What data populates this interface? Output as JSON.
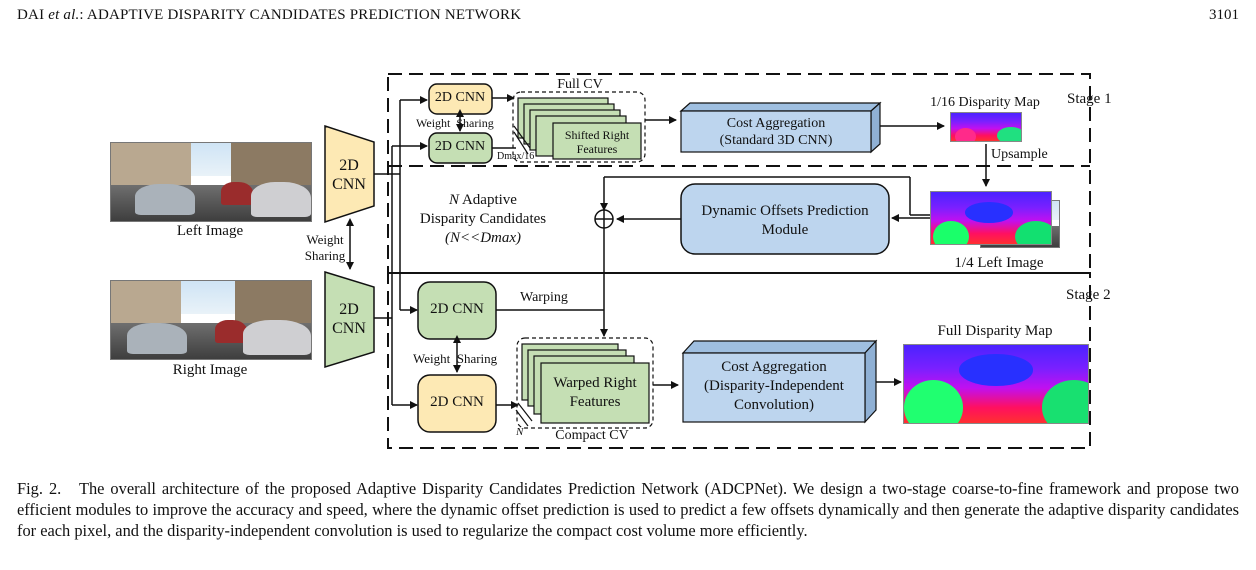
{
  "header": {
    "left_prefix": "DAI ",
    "left_etal": "et al.",
    "left_suffix": ": ADAPTIVE DISPARITY CANDIDATES PREDICTION NETWORK",
    "page_number": "3101"
  },
  "figure": {
    "stage1_label": "Stage 1",
    "stage2_label": "Stage 2",
    "left_image_label": "Left Image",
    "right_image_label": "Right Image",
    "cnn_main_top": [
      "2D",
      "CNN"
    ],
    "cnn_main_bottom": [
      "2D",
      "CNN"
    ],
    "weight_sharing_vertical": [
      "Weight",
      "Sharing"
    ],
    "cnn_s1_top": "2D CNN",
    "cnn_s1_bottom": "2D CNN",
    "weight_sharing_s1": "Weight  Sharing",
    "full_cv_label": "Full CV",
    "shifted_features": [
      "Shifted Right",
      "Features"
    ],
    "dmax_label": "Dmax/16",
    "cost_agg_1": [
      "Cost Aggregation",
      "(Standard 3D CNN)"
    ],
    "disp_1_16_label": "1/16 Disparity Map",
    "upsample_label": "Upsample",
    "adaptive_title_n": "N",
    "adaptive_title_rest": " Adaptive",
    "adaptive_line2": "Disparity Candidates",
    "adaptive_line3": "(N<<Dmax)",
    "dynamic_offsets": [
      "Dynamic Offsets Prediction",
      "Module"
    ],
    "quarter_left_label": "1/4 Left Image",
    "cnn_s2_top": "2D CNN",
    "cnn_s2_bottom": "2D CNN",
    "warping_label": "Warping",
    "weight_sharing_s2": "Weight  Sharing",
    "warped_features": [
      "Warped Right",
      "Features"
    ],
    "n_label": "N",
    "compact_cv_label": "Compact CV",
    "cost_agg_2": [
      "Cost Aggregation",
      "(Disparity-Independent",
      "Convolution)"
    ],
    "full_disp_label": "Full Disparity Map",
    "colors": {
      "cnn_main": "#fde9b4",
      "cnn_top": "#fde9b4",
      "cnn_green": "#c5dfb4",
      "cube_blue": "#bdd5ee",
      "module_blue": "#bdd5ee",
      "stroke": "#111111"
    }
  },
  "caption": {
    "fig_number": "Fig. 2.",
    "text": "The overall architecture of the proposed Adaptive Disparity Candidates Prediction Network (ADCPNet). We design a two-stage coarse-to-fine framework and propose two efficient modules to improve the accuracy and speed, where the dynamic offset prediction is used to predict a few offsets dynamically and then generate the adaptive disparity candidates for each pixel, and the disparity-independent convolution is used to regularize the compact cost volume more efficiently."
  }
}
